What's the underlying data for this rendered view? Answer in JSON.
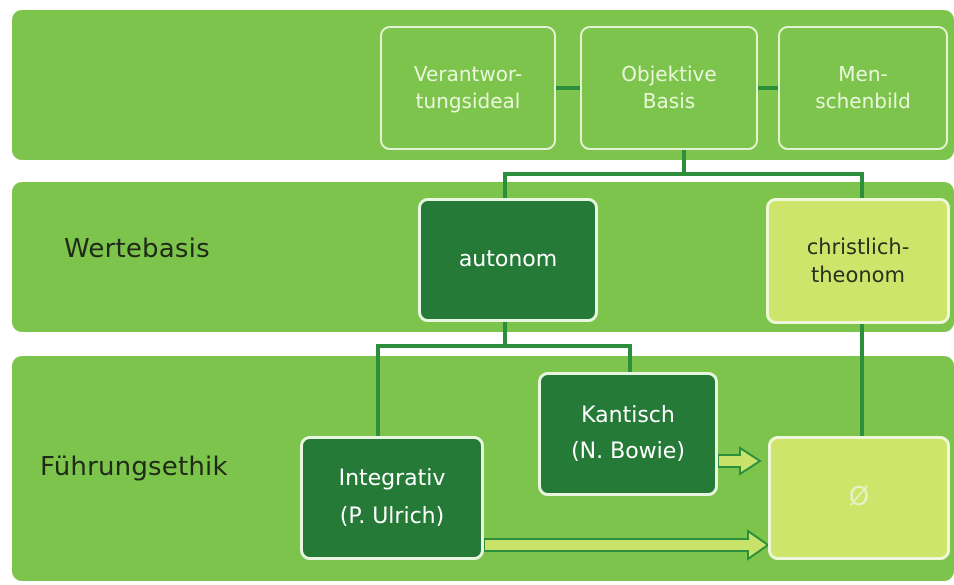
{
  "rows": {
    "wertebasis": "Wertebasis",
    "fuehrungsethik": "Führungsethik"
  },
  "top": {
    "verantwortung": [
      "Verantwor-",
      "tungsideal"
    ],
    "objektiv": [
      "Objektive",
      "Basis"
    ],
    "menschen": [
      "Men-",
      "schenbild"
    ]
  },
  "values": {
    "autonom": "autonom",
    "christlich": [
      "christlich-",
      "theonom"
    ]
  },
  "ethics": {
    "kantisch": [
      "Kantisch",
      "(N. Bowie)"
    ],
    "integrativ": [
      "Integrativ",
      "(P. Ulrich)"
    ],
    "empty_symbol": "Ø"
  },
  "colors": {
    "band": "#7cc44b",
    "dark_box": "#247a36",
    "light_box": "#cfe46b",
    "connector": "#2c8f3c",
    "arrow": "#c9e26a"
  }
}
